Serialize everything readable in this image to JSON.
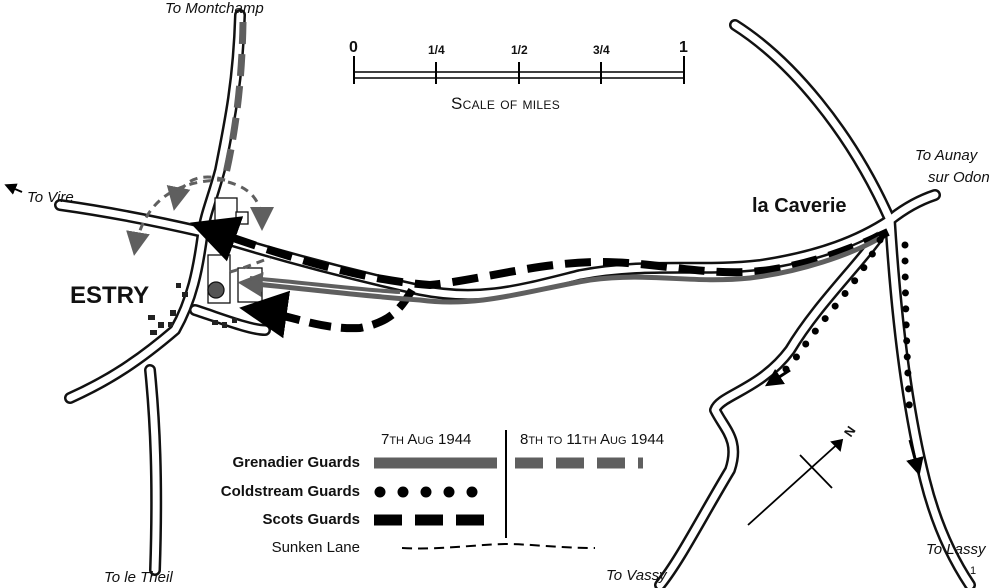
{
  "places": {
    "estry": "ESTRY",
    "la_caverie": "la Caverie",
    "to_montchamp": "To Montchamp",
    "to_vire": "To Vire",
    "to_aunay_line1": "To  Aunay",
    "to_aunay_line2": "sur Odon",
    "to_le_theil": "To le Theil",
    "to_vassy": "To Vassy",
    "to_lassy": "To Lassy"
  },
  "scale": {
    "ticks": [
      "0",
      "1/4",
      "1/2",
      "3/4",
      "1"
    ],
    "caption": "Scale of miles"
  },
  "legend": {
    "date_col_1": "7th Aug 1944",
    "date_col_2": "8th to 11th Aug 1944",
    "units": [
      {
        "name": "Grenadier Guards",
        "color": "#5f5f5f",
        "style": "solid-then-dashed"
      },
      {
        "name": "Coldstream Guards",
        "color": "#000000",
        "style": "dotted"
      },
      {
        "name": "Scots Guards",
        "color": "#000000",
        "style": "heavy-dashed"
      },
      {
        "name": "Sunken Lane",
        "color": "#000000",
        "style": "thin-dashed"
      }
    ]
  },
  "compass": {
    "north_label": "N"
  },
  "page_mark": "1",
  "colors": {
    "grenadier": "#5f5f5f",
    "black": "#000000",
    "road_fill": "#ffffff"
  }
}
